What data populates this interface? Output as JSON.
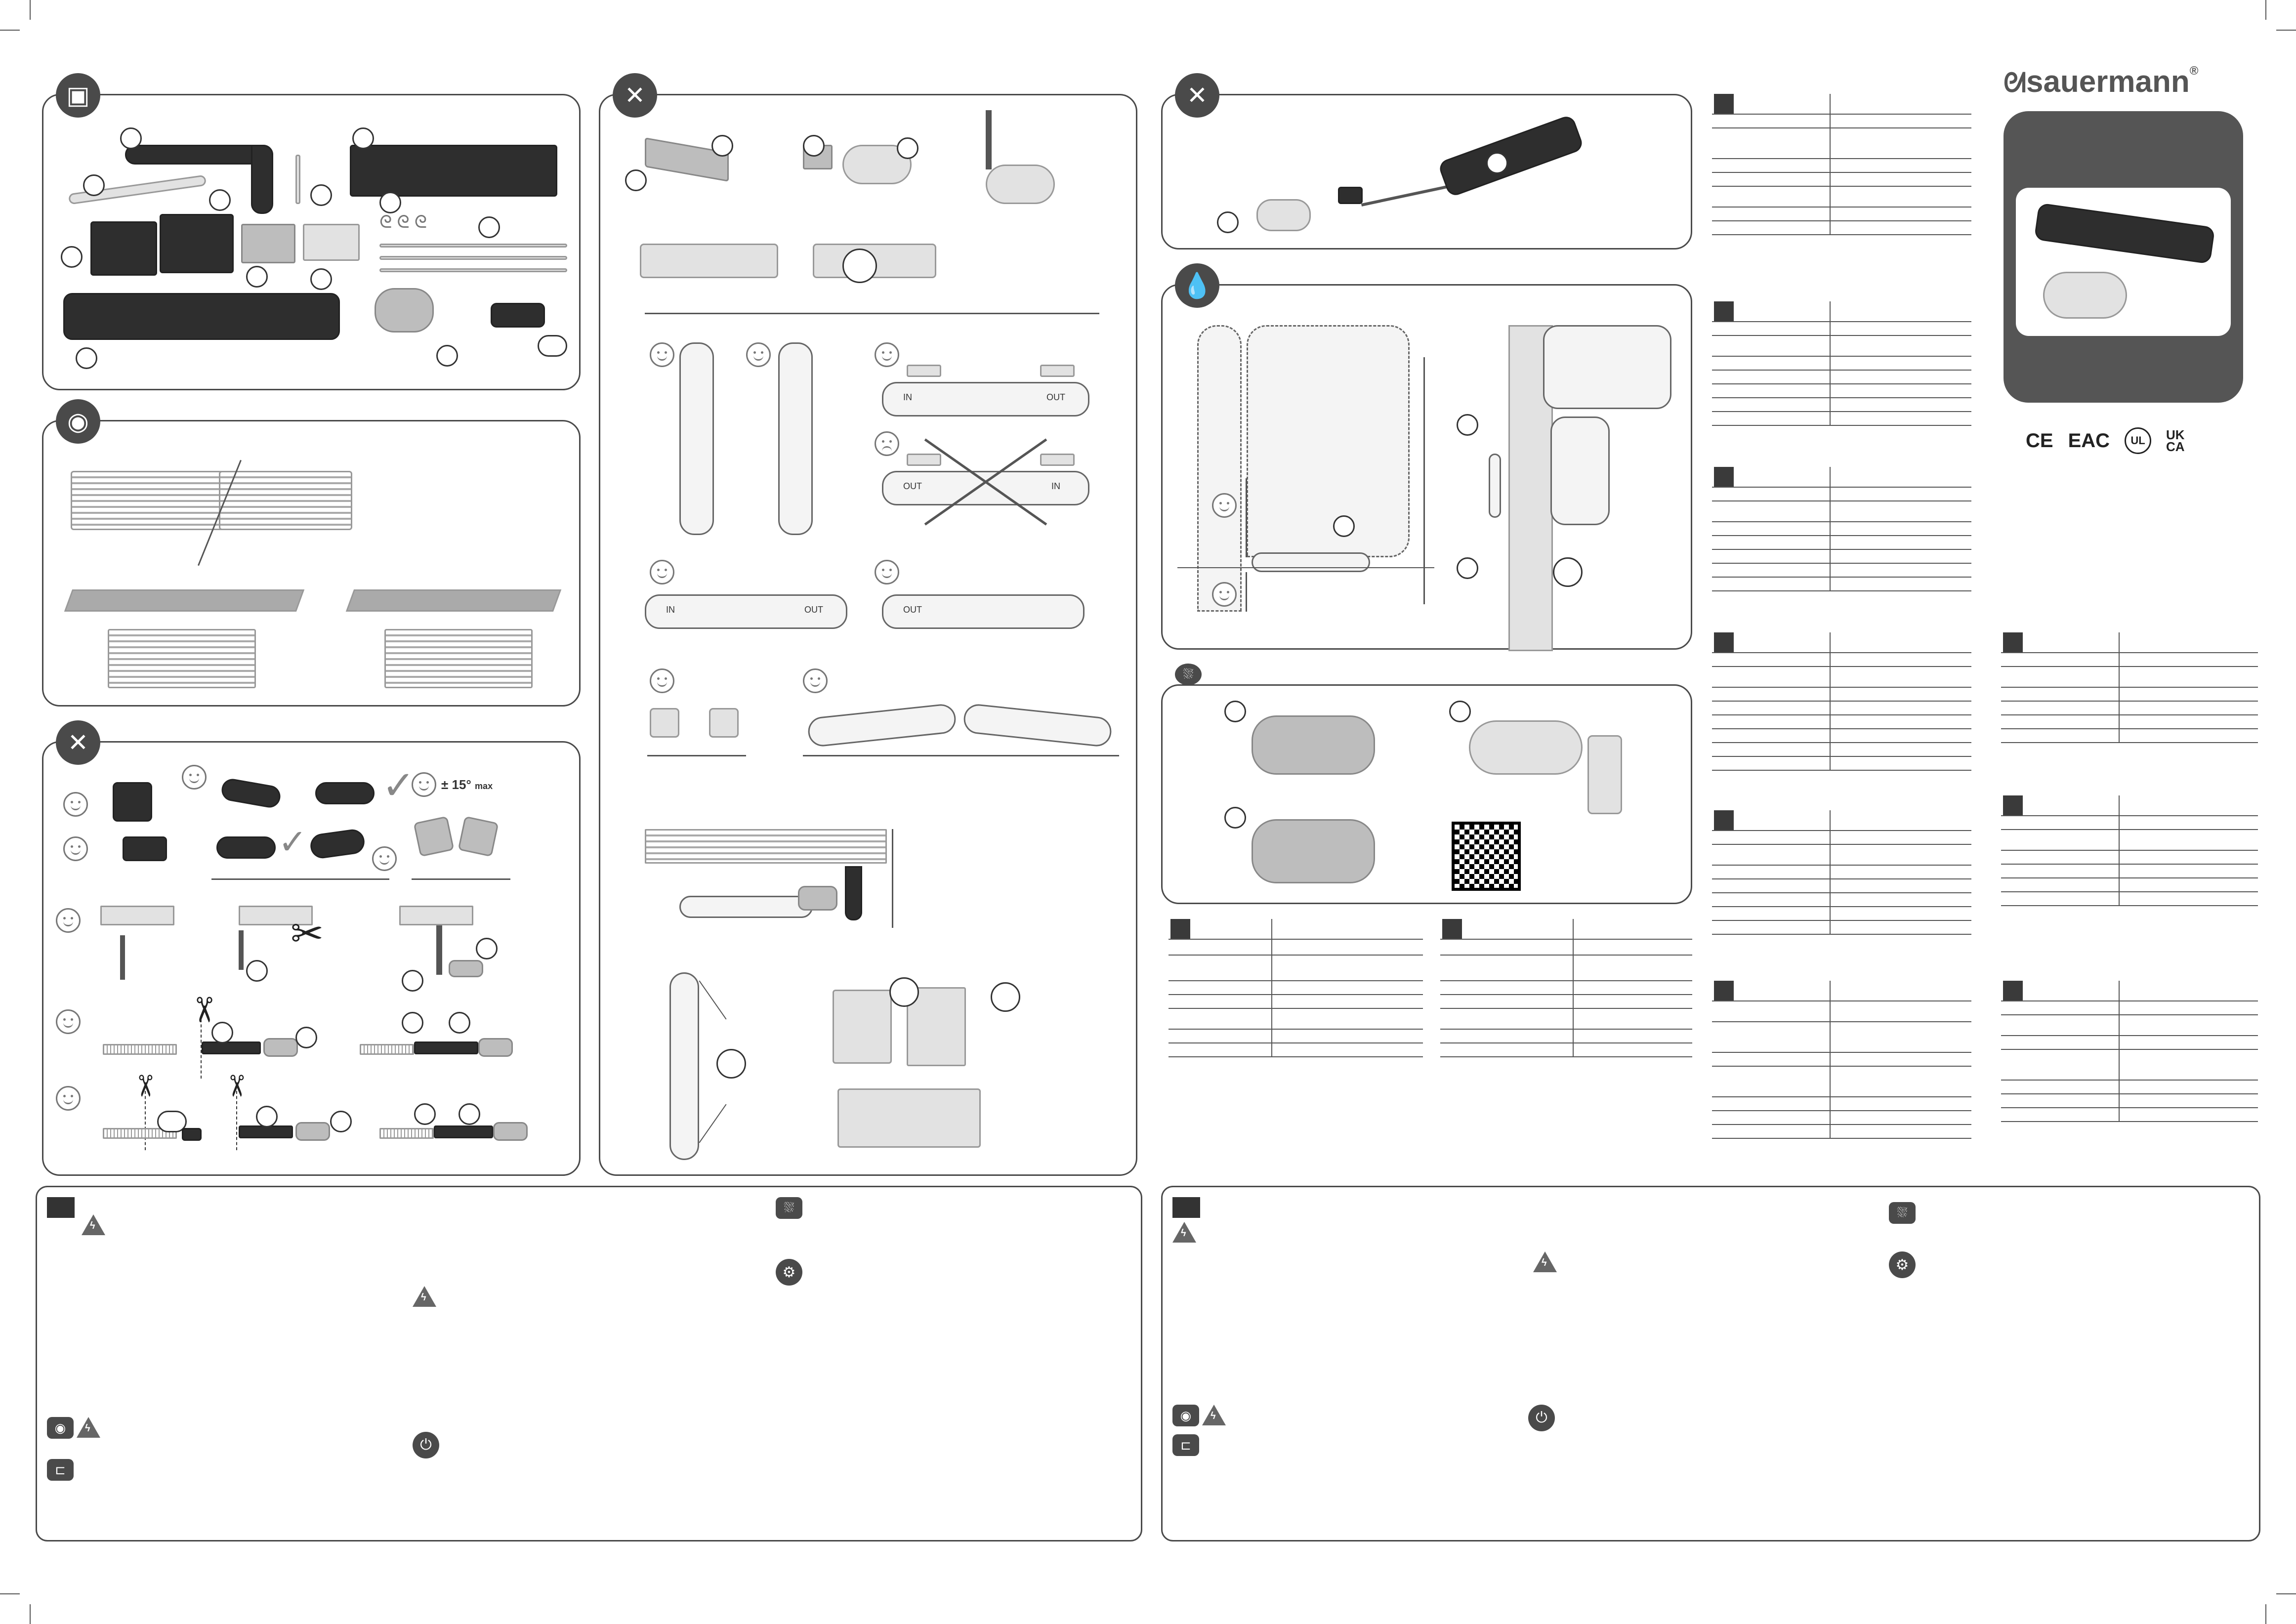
{
  "brand": {
    "name": "sauermann",
    "registered": "®"
  },
  "certifications": [
    "CE",
    "EAC",
    "UL",
    "UK CA"
  ],
  "angle_note": {
    "value": "± 15°",
    "suffix": "max"
  },
  "pump_labels": {
    "in": "IN",
    "out": "OUT"
  },
  "icons": {
    "box": "box-icon",
    "eye": "eye-icon",
    "tools": "tools-icon",
    "drop": "water-drop-icon",
    "service": "service-icon",
    "power": "power-icon",
    "warning": "electric-warning-icon",
    "qr": "qr-code"
  },
  "colors": {
    "panel_border": "#4a4a4a",
    "dark_part": "#2e2e2e",
    "background": "#ffffff"
  }
}
